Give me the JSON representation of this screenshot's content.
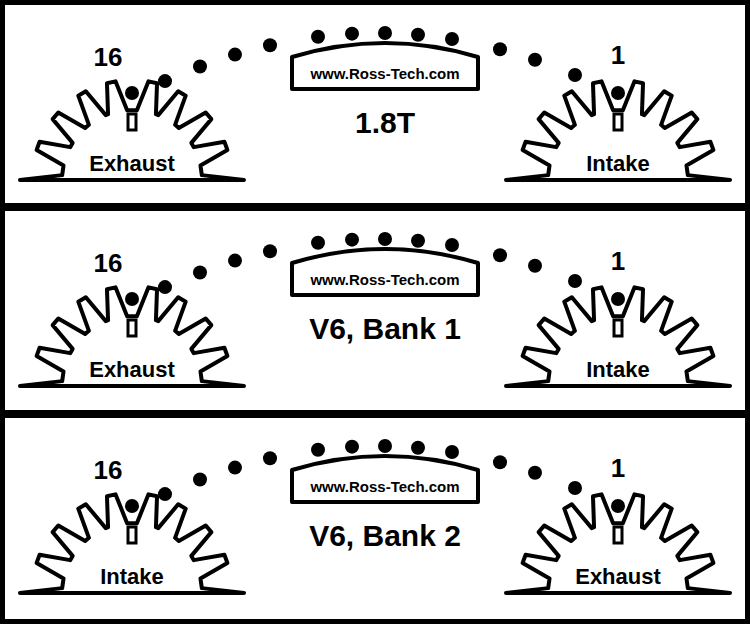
{
  "diagram": {
    "nodes": [
      {
        "text": [
          "1.8T"
        ]
      },
      {
        "text": [
          "Exhaust"
        ],
        "in": 0
      },
      {
        "text": [
          "www.Ross-Tech.com"
        ],
        "in": 0
      },
      {
        "text": [
          "Intake"
        ],
        "in": 0
      },
      {
        "text": [
          "V6, Bank 1"
        ]
      },
      {
        "text": [
          "Exhaust"
        ],
        "in": 4
      },
      {
        "text": [
          "www.Ross-Tech.com"
        ],
        "in": 4
      },
      {
        "text": [
          "Intake"
        ],
        "in": 4
      },
      {
        "text": [
          "V6, Bank 2"
        ]
      },
      {
        "text": [
          "Intake"
        ],
        "in": 8
      },
      {
        "text": [
          "www.Ross-Tech.com"
        ],
        "in": 8
      },
      {
        "text": [
          "Exhaust"
        ],
        "in": 8
      }
    ],
    "labels": [
      "16",
      "1",
      "16",
      "1",
      "16",
      "1"
    ]
  }
}
